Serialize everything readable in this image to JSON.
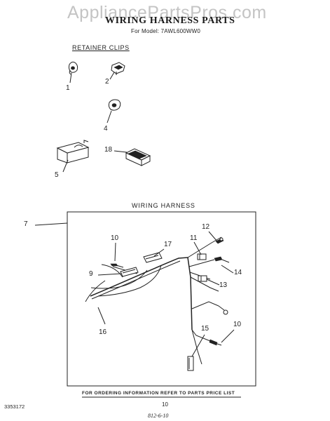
{
  "watermark": "AppliancePartsPros.com",
  "title": "WIRING HARNESS PARTS",
  "subtitle": "For Model: 7AWL600WW0",
  "sections": {
    "retainer_clips": "RETAINER CLIPS",
    "wiring_harness": "WIRING HARNESS"
  },
  "callouts": {
    "c1": "1",
    "c2": "2",
    "c4": "4",
    "c5": "5",
    "c18": "18",
    "c7": "7",
    "c10a": "10",
    "c10b": "10",
    "c9": "9",
    "c17": "17",
    "c11": "11",
    "c12": "12",
    "c14": "14",
    "c13": "13",
    "c16": "16",
    "c15": "15"
  },
  "footer": "FOR ORDERING INFORMATION REFER TO PARTS PRICE LIST",
  "doc_number": "3353172",
  "page_number": "10",
  "date_code": "812-6-10"
}
